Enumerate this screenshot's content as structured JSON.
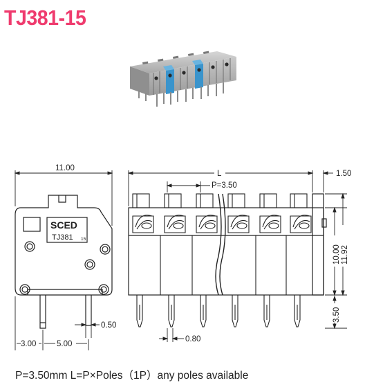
{
  "title": "TJ381-15",
  "footer_note": "P=3.50mm  L=P×Poles（1P）any poles available",
  "side_view": {
    "width": "11.00",
    "brand": "SCED",
    "model": "TJ381",
    "model_suffix": "15",
    "pin_width": "0.50",
    "offset": "3.00",
    "pin_spacing": "5.00"
  },
  "front_view": {
    "length_label": "L",
    "pitch": "P=3.50",
    "end_width": "1.50",
    "body_height": "10.00",
    "total_height": "11.92",
    "pin_length": "3.50",
    "pin_width": "0.80",
    "pole_count_shown": 6
  },
  "colors": {
    "title": "#ef3b6e",
    "housing": "#b9b9b9",
    "actuator_blue": "#3a94cc",
    "line": "#222222"
  }
}
